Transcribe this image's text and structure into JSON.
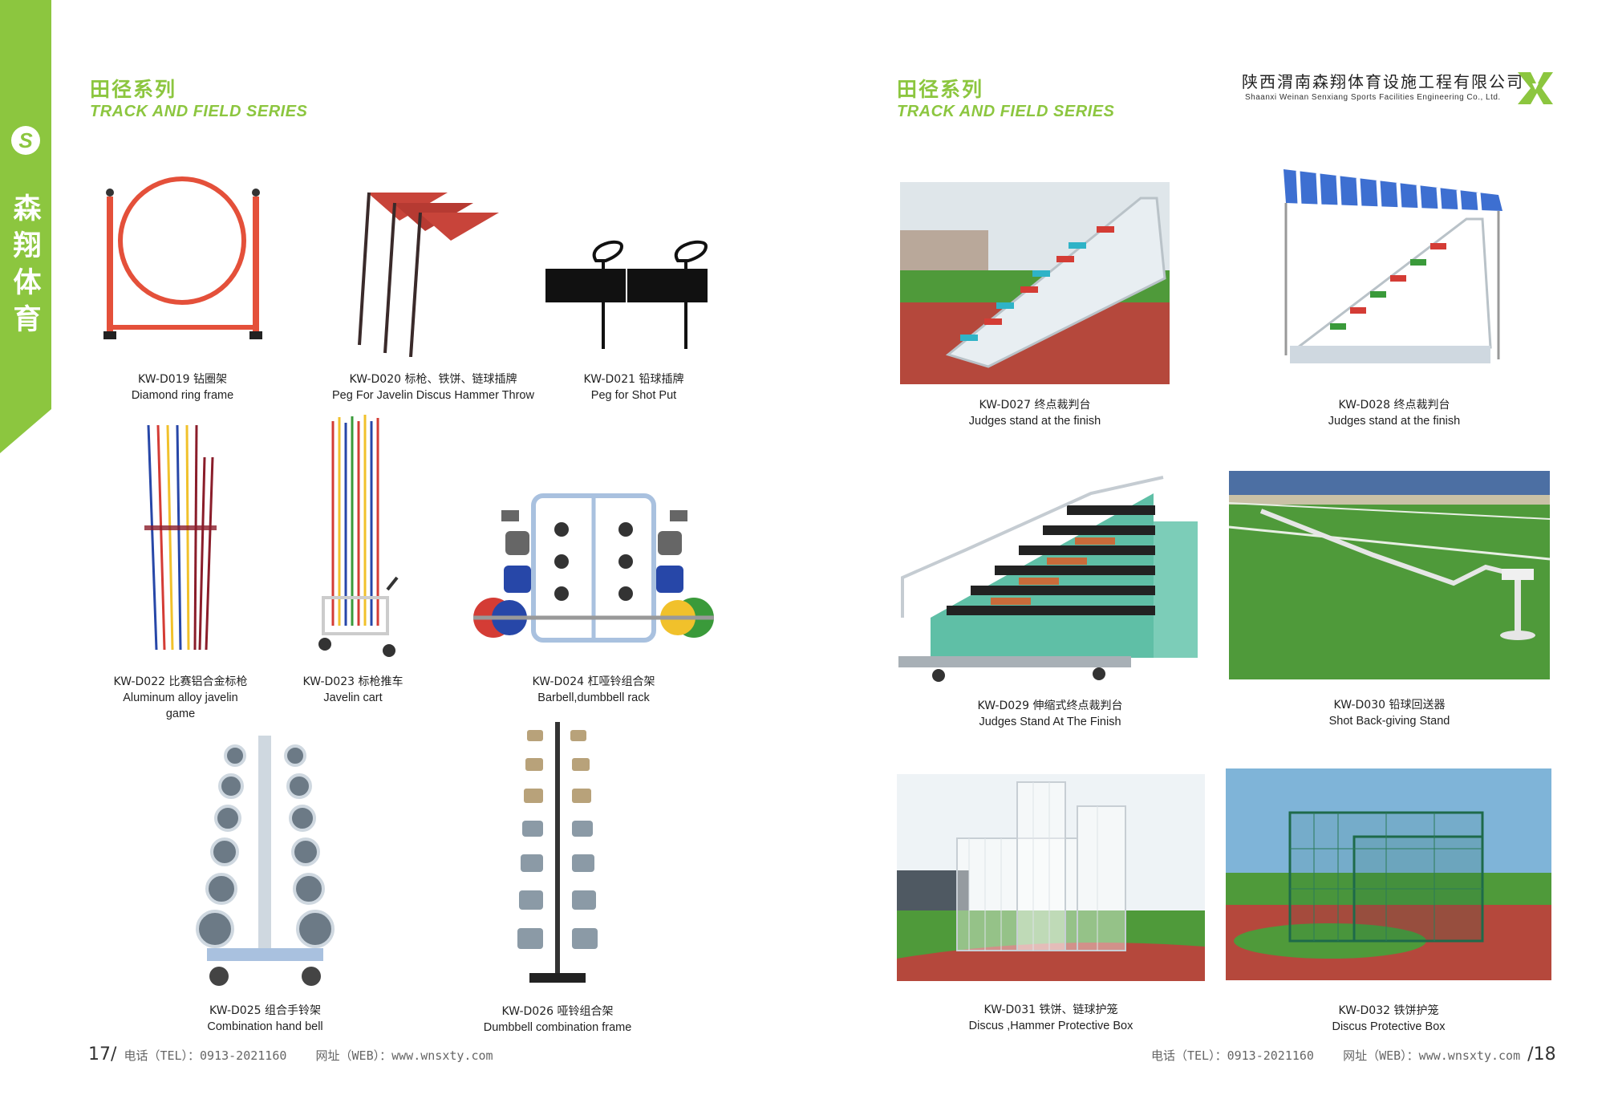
{
  "sidebar": {
    "logo_glyph": "S",
    "brand_chars": [
      "森",
      "翔",
      "体",
      "育"
    ],
    "color": "#8cc63f"
  },
  "left_page": {
    "series_cn": "田径系列",
    "series_en": "TRACK AND FIELD SERIES",
    "products": [
      {
        "code_cn": "KW-D019 钻圈架",
        "en": "Diamond ring frame"
      },
      {
        "code_cn": "KW-D020 标枪、铁饼、链球插牌",
        "en": "Peg For Javelin Discus Hammer Throw"
      },
      {
        "code_cn": "KW-D021 铅球插牌",
        "en": "Peg for Shot Put"
      },
      {
        "code_cn": "KW-D022 比赛铝合金标枪",
        "en": "Aluminum alloy javelin game"
      },
      {
        "code_cn": "KW-D023 标枪推车",
        "en": "Javelin cart"
      },
      {
        "code_cn": "KW-D024 杠哑铃组合架",
        "en": "Barbell,dumbbell rack"
      },
      {
        "code_cn": "KW-D025 组合手铃架",
        "en": "Combination hand bell"
      },
      {
        "code_cn": "KW-D026 哑铃组合架",
        "en": "Dumbbell combination frame"
      }
    ],
    "footer": {
      "page": "17/",
      "tel": "电话（TEL）：0913-2021160",
      "web": "网址（WEB）：www.wnsxty.com"
    }
  },
  "right_page": {
    "series_cn": "田径系列",
    "series_en": "TRACK AND FIELD SERIES",
    "company_cn": "陕西渭南森翔体育设施工程有限公司",
    "company_en": "Shaanxi Weinan Senxiang Sports Facilities Engineering Co., Ltd.",
    "products": [
      {
        "code_cn": "KW-D027 终点裁判台",
        "en": "Judges stand at the finish"
      },
      {
        "code_cn": "KW-D028 终点裁判台",
        "en": "Judges stand at the finish"
      },
      {
        "code_cn": "KW-D029 伸缩式终点裁判台",
        "en": "Judges Stand At The Finish"
      },
      {
        "code_cn": "KW-D030 铅球回送器",
        "en": "Shot Back-giving Stand"
      },
      {
        "code_cn": "KW-D031 铁饼、链球护笼",
        "en": "Discus ,Hammer Protective Box"
      },
      {
        "code_cn": "KW-D032 铁饼护笼",
        "en": "Discus Protective Box"
      }
    ],
    "footer": {
      "tel": "电话（TEL）：0913-2021160",
      "web": "网址（WEB）：www.wnsxty.com",
      "page": "/18"
    }
  },
  "colors": {
    "brand_green": "#8cc63f",
    "track_red": "#b5483c",
    "grass_green": "#4f9a3a"
  }
}
